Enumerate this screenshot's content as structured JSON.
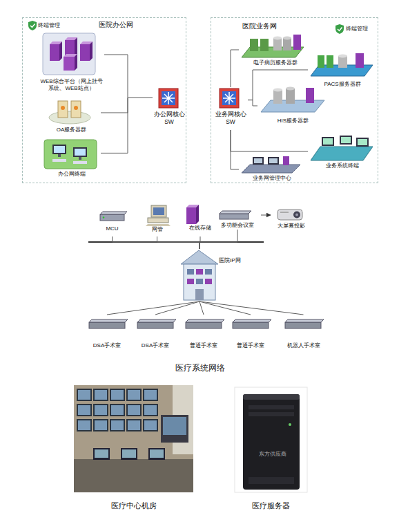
{
  "diagram": {
    "caption": "医疗系统网络",
    "nodes": [
      {
        "text": [
          "终端管理",
          "医院办公网"
        ]
      },
      {
        "text": [
          "WEB综合平台（网上挂号系统、WEB站点）"
        ],
        "in": 0
      },
      {
        "text": [
          "OA服务器群"
        ],
        "in": 0
      },
      {
        "text": [
          "办公网终端"
        ],
        "in": 0
      },
      {
        "text": [
          "办公网核心 SW"
        ],
        "in": 0
      },
      {
        "text": [
          "医院业务网",
          "终端管理"
        ]
      },
      {
        "text": [
          "电子病历服务器群"
        ],
        "in": 5
      },
      {
        "text": [
          "PACS服务器群"
        ],
        "in": 5
      },
      {
        "text": [
          "业务网核心 SW"
        ],
        "in": 5
      },
      {
        "text": [
          "HIS服务器群"
        ],
        "in": 5
      },
      {
        "text": [
          "业务系统终端"
        ],
        "in": 5
      },
      {
        "text": [
          "业务网管理中心"
        ],
        "in": 5
      },
      {
        "text": [
          "MCU"
        ]
      },
      {
        "text": [
          "网管"
        ]
      },
      {
        "text": [
          "在线存储"
        ]
      },
      {
        "text": [
          "多功能会议室"
        ]
      },
      {
        "text": [
          "大屏幕投影"
        ]
      },
      {
        "text": [
          "医院IP网"
        ]
      },
      {
        "text": [
          "DSA手术室"
        ]
      },
      {
        "text": [
          "DSA手术室"
        ]
      },
      {
        "text": [
          "普通手术室"
        ]
      },
      {
        "text": [
          "普通手术室"
        ]
      },
      {
        "text": [
          "机器人手术室"
        ]
      },
      {
        "text": [
          "医疗中心机房"
        ]
      },
      {
        "text": [
          "医疗服务器"
        ]
      }
    ],
    "edges": [
      {
        "from": 1,
        "to": 4,
        "arrow": "none"
      },
      {
        "from": 2,
        "to": 4,
        "arrow": "none"
      },
      {
        "from": 3,
        "to": 4,
        "arrow": "none"
      },
      {
        "from": 8,
        "to": 6,
        "arrow": "none"
      },
      {
        "from": 8,
        "to": 7,
        "arrow": "none"
      },
      {
        "from": 8,
        "to": 9,
        "arrow": "none"
      },
      {
        "from": 8,
        "to": 10,
        "arrow": "none"
      },
      {
        "from": 8,
        "to": 11,
        "arrow": "none"
      },
      {
        "from": 12,
        "to": 17,
        "arrow": "none"
      },
      {
        "from": 13,
        "to": 17,
        "arrow": "none"
      },
      {
        "from": 14,
        "to": 17,
        "arrow": "none"
      },
      {
        "from": 15,
        "to": 17,
        "arrow": "none"
      },
      {
        "from": 15,
        "to": 16,
        "arrow": "to"
      },
      {
        "from": 17,
        "to": 18,
        "arrow": "none"
      },
      {
        "from": 17,
        "to": 19,
        "arrow": "none"
      },
      {
        "from": 17,
        "to": 20,
        "arrow": "none"
      },
      {
        "from": 17,
        "to": 21,
        "arrow": "none"
      },
      {
        "from": 17,
        "to": 22,
        "arrow": "none"
      }
    ],
    "labels": [
      "东方供应商"
    ]
  }
}
